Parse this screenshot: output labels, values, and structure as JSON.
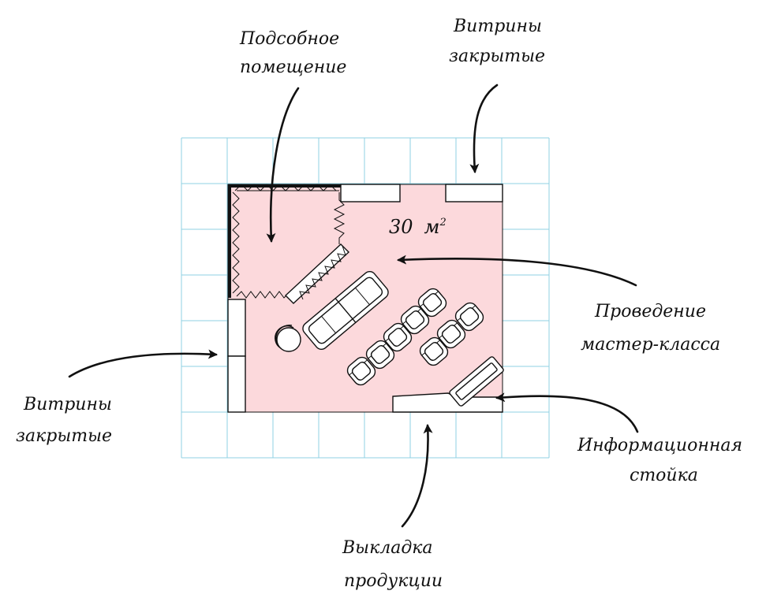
{
  "colors": {
    "floor": "#fcd9dc",
    "grid": "#8fd0e3",
    "ink": "#111111"
  },
  "area_label": {
    "number": "30",
    "unit": "м"
  },
  "labels": {
    "utility_room": [
      "Подсобное",
      "помещение"
    ],
    "showcases_top": [
      "Витрины",
      "закрытые"
    ],
    "master_class": [
      "Проведение",
      "мастер-класса"
    ],
    "showcases_left": [
      "Витрины",
      "закрытые"
    ],
    "info_stand": [
      "Информационная",
      "стойка"
    ],
    "product_display": [
      "Выкладка",
      "продукции"
    ]
  }
}
